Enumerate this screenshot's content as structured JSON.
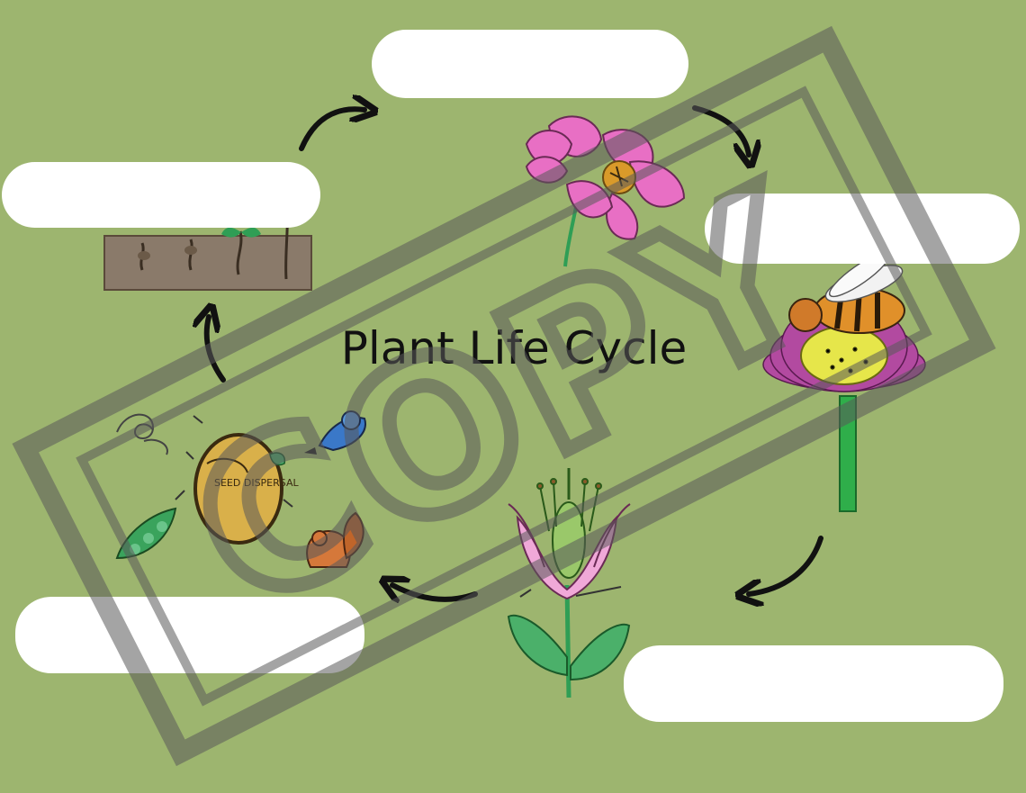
{
  "diagram": {
    "title": "Plant Life Cycle",
    "stages": [
      {
        "id": "seedling",
        "label": ""
      },
      {
        "id": "flower",
        "label": ""
      },
      {
        "id": "pollination",
        "label": ""
      },
      {
        "id": "fertilization",
        "label": ""
      },
      {
        "id": "seed-dispersal",
        "label": ""
      }
    ],
    "seed_text": "SEED DISPERSAL",
    "watermark": "COPY",
    "colors": {
      "background": "#9db56f",
      "label_box": "#ffffff",
      "watermark": "#5a5a5a",
      "petal_pink": "#e86fc4",
      "leaf_green": "#2f9e55"
    }
  }
}
